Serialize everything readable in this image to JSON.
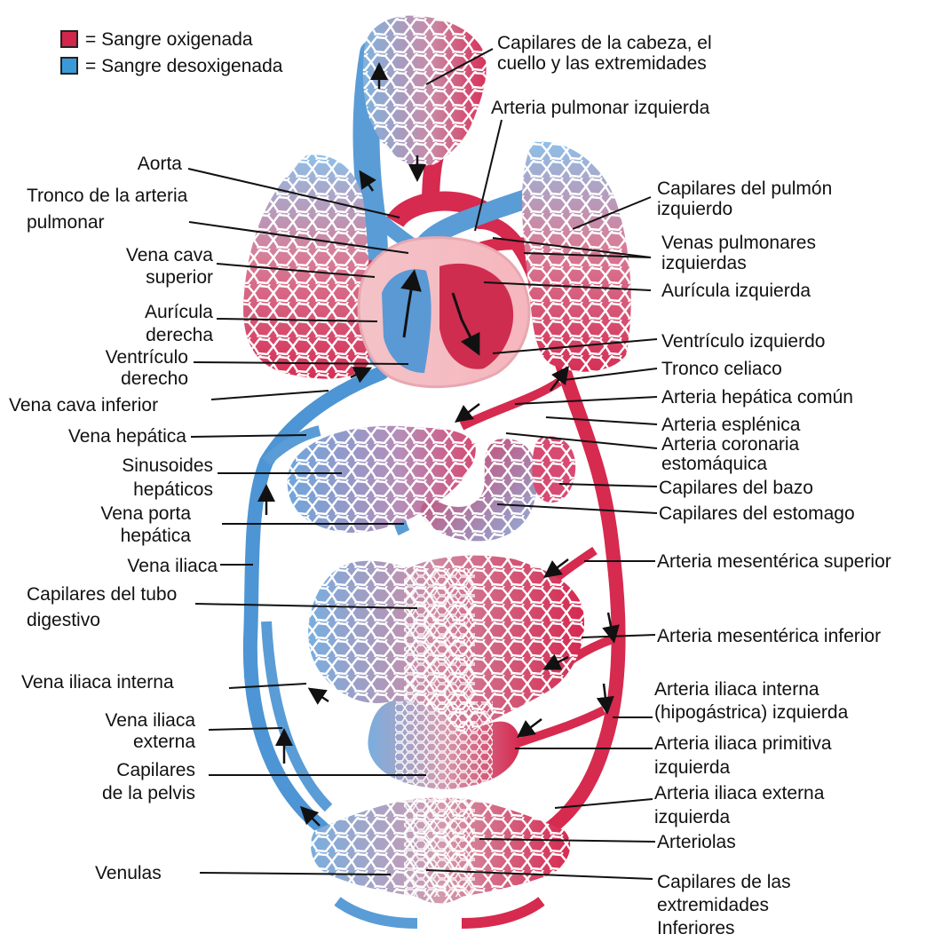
{
  "legend": {
    "oxy": {
      "label": "= Sangre oxigenada",
      "color": "#d2264a"
    },
    "deoxy": {
      "label": "= Sangre desoxigenada",
      "color": "#3a9ad9"
    }
  },
  "labels": {
    "capilares_cabeza": "Capilares de la cabeza, el\ncuello y las extremidades",
    "arteria_pulmonar_izq": "Arteria pulmonar izquierda",
    "aorta": "Aorta",
    "tronco_arteria_pulmonar": "Tronco de la arteria\npulmonar",
    "vena_cava_superior": "Vena cava\nsuperior",
    "auricula_derecha": "Aurícula\nderecha",
    "ventriculo_derecho": "Ventrículo\nderecho",
    "vena_cava_inferior": "Vena cava inferior",
    "vena_hepatica": "Vena hepática",
    "sinusoides_hepaticos": "Sinusoides\nhepáticos",
    "vena_porta_hepatica": "Vena porta\nhepática",
    "vena_iliaca": "Vena iliaca",
    "capilares_tubo_digestivo": "Capilares del tubo\ndigestivo",
    "vena_iliaca_interna": "Vena iliaca interna",
    "vena_iliaca_externa": "Vena iliaca\nexterna",
    "capilares_pelvis": "Capilares\nde la pelvis",
    "venulas": "Venulas",
    "capilares_pulmon_izq": "Capilares del pulmón\nizquierdo",
    "venas_pulmonares_izq": "Venas pulmonares\nizquierdas",
    "auricula_izquierda": "Aurícula izquierda",
    "ventriculo_izquierdo": "Ventrículo izquierdo",
    "tronco_celiaco": "Tronco celiaco",
    "arteria_hepatica_comun": "Arteria hepática común",
    "arteria_esplenica": "Arteria esplénica",
    "arteria_coronaria_estomaquica": "Arteria coronaria\nestomáquica",
    "capilares_bazo": "Capilares del bazo",
    "capilares_estomago": "Capilares del estomago",
    "arteria_mesenterica_superior": "Arteria mesentérica superior",
    "arteria_mesenterica_inferior": "Arteria mesentérica inferior",
    "arteria_iliaca_interna_izq": "Arteria iliaca interna\n(hipogástrica) izquierda",
    "arteria_iliaca_primitiva_izq": "Arteria iliaca primitiva\nizquierda",
    "arteria_iliaca_externa_izq": "Arteria iliaca externa\nizquierda",
    "arteriolas": "Arteriolas",
    "capilares_extremidades_inferiores": "Capilares de las\nextremidades\nInferiores"
  }
}
